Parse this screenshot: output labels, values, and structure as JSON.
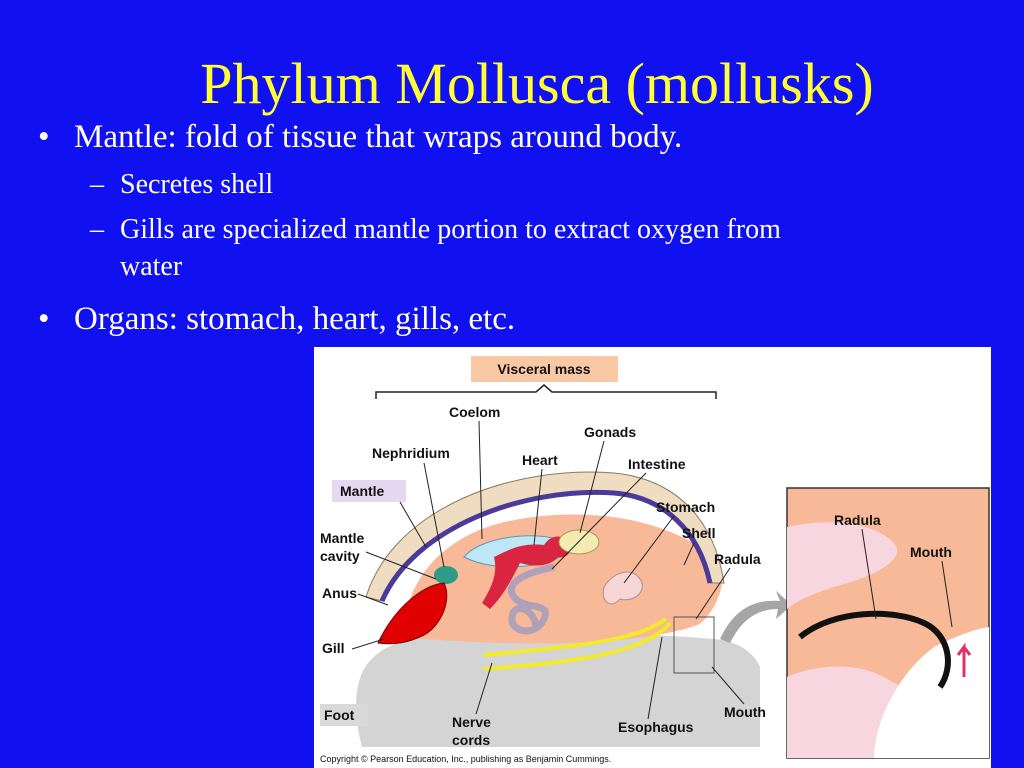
{
  "slide": {
    "title": "Phylum Mollusca (mollusks)",
    "bullets": [
      {
        "text": "Mantle: fold of tissue that wraps around body."
      },
      {
        "text": "Organs: stomach, heart, gills, etc."
      }
    ],
    "sub_bullets": [
      {
        "text": "Secretes shell"
      },
      {
        "text": "Gills are specialized mantle portion to extract oxygen from"
      },
      {
        "text": "water"
      }
    ],
    "bullet_glyph": "•",
    "dash_glyph": "–"
  },
  "figure": {
    "labels": {
      "visceral_mass": "Visceral mass",
      "coelom": "Coelom",
      "gonads": "Gonads",
      "nephridium": "Nephridium",
      "heart": "Heart",
      "intestine": "Intestine",
      "mantle": "Mantle",
      "stomach": "Stomach",
      "shell": "Shell",
      "mantle_cavity_1": "Mantle",
      "mantle_cavity_2": "cavity",
      "radula": "Radula",
      "anus": "Anus",
      "gill": "Gill",
      "foot": "Foot",
      "nerve_cords_1": "Nerve",
      "nerve_cords_2": "cords",
      "esophagus": "Esophagus",
      "mouth": "Mouth",
      "inset_radula": "Radula",
      "inset_mouth": "Mouth"
    },
    "copyright": "Copyright © Pearson Education, Inc., publishing as Benjamin Cummings.",
    "colors": {
      "background": "#1010f0",
      "title": "#ffff33",
      "body_text": "#ffffff",
      "visceral_box": "#f9c9a6",
      "mantle_box": "#e6d8f0",
      "foot_box": "#d9d9d9",
      "gill": "#e00000",
      "heart": "#d9253f",
      "nerve": "#f2ea2a"
    }
  }
}
